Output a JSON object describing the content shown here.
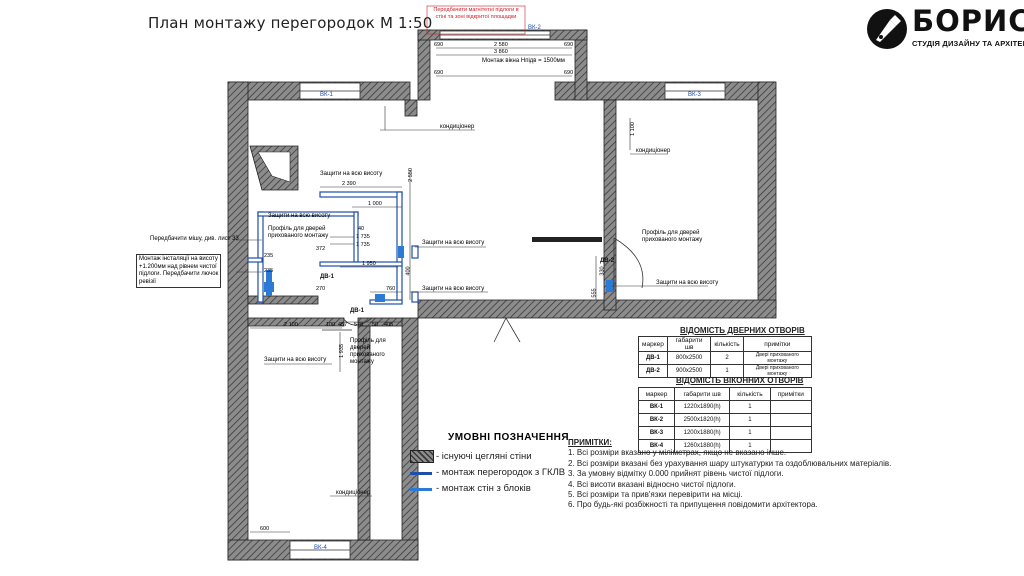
{
  "title": "План монтажу перегородок М 1:50",
  "logo": {
    "name": "БОРИС",
    "subtitle": "СТУДІЯ ДИЗАЙНУ ТА АРХІТЕКТУРИ",
    "icon": "pen-nib-icon"
  },
  "red_note": "Передбачити магнітетні підлоги в стіні та зоні відкритої площадки",
  "windows": [
    "ВК-1",
    "ВК-2",
    "ВК-3",
    "ВК-4"
  ],
  "doors": [
    "ДВ-1",
    "ДВ-2"
  ],
  "labels": {
    "conditioner": "кондиціонер",
    "full_height": "Защити на всю висоту",
    "profile": [
      "Профіль для дверей",
      "прихованого монтажу"
    ],
    "profile_b": [
      "Профіль для",
      "дверей",
      "прихованого",
      "монтажу"
    ],
    "mirror": "Передбачити мішу, див. лист 33",
    "install": [
      "Монтаж інсталяції на висоту",
      "+1.200мм над рівнем чистої",
      "підлоги. Передбачити лючок",
      "ревізії"
    ],
    "window_mount": "Монтаж вікна Hпідв = 1500мм"
  },
  "dims": {
    "balcony": [
      "2 580",
      "3 860",
      "690",
      "690",
      "690",
      "690"
    ],
    "top": [
      "2 390",
      "1 000"
    ],
    "mid": [
      "1 735",
      "1 735",
      "1 950",
      "760",
      "40",
      "372",
      "270",
      "235",
      "235"
    ],
    "lower": [
      "2 100",
      "100",
      "457",
      "578",
      "50",
      "405",
      "1 935"
    ],
    "right": [
      "1 100",
      "330",
      "555",
      "400",
      "2 550"
    ],
    "bottom": [
      "600"
    ]
  },
  "door_table": {
    "caption": "ВІДОМІСТЬ ДВЕРНИХ ОТВОРІВ",
    "headers": [
      "маркер",
      "габарити шв",
      "кількість",
      "примітки"
    ],
    "rows": [
      [
        "ДВ-1",
        "800х2500",
        "2",
        "Двері прихованого монтажу"
      ],
      [
        "ДВ-2",
        "900х2500",
        "1",
        "Двері прихованого монтажу"
      ]
    ]
  },
  "window_table": {
    "caption": "ВІДОМІСТЬ ВІКОННИХ ОТВОРІВ",
    "headers": [
      "маркер",
      "габарити шв",
      "кількість",
      "примітки"
    ],
    "rows": [
      [
        "ВК-1",
        "1220х1890(h)",
        "1",
        ""
      ],
      [
        "ВК-2",
        "2500х1820(h)",
        "1",
        ""
      ],
      [
        "ВК-3",
        "1200х1880(h)",
        "1",
        ""
      ],
      [
        "ВК-4",
        "1260х1880(h)",
        "1",
        ""
      ]
    ]
  },
  "legend": {
    "title": "УМОВНІ ПОЗНАЧЕННЯ",
    "items": [
      {
        "label": "- існуючі  цегляні стіни",
        "color": "#555555"
      },
      {
        "label": "- монтаж перегородок з ГКЛВ",
        "color": "#1f4fa8"
      },
      {
        "label": "- монтаж стін з блоків",
        "color": "#2b7bd6"
      }
    ]
  },
  "notes": {
    "title": "ПРИМІТКИ:",
    "items": [
      "1. Всі розміри вказано у міліметрах, якщо не вказано інше.",
      "2. Всі розміри вказані без урахування шару штукатурки та оздоблювальних матеріалів.",
      "3. За умовну відмітку 0.000 прийнят рівень чистої підлоги.",
      "4. Всі висоти вказані відносно чистої підлоги.",
      "5. Всі розміри та прив'язки перевірити на місці.",
      "6. Про будь-які розбіжності та припущення повідомити архітектора."
    ]
  },
  "colors": {
    "wall": "#595959",
    "gklv": "#1f4fa8",
    "block": "#2b7bd6",
    "red": "#d0202a",
    "dim": "#333333"
  }
}
